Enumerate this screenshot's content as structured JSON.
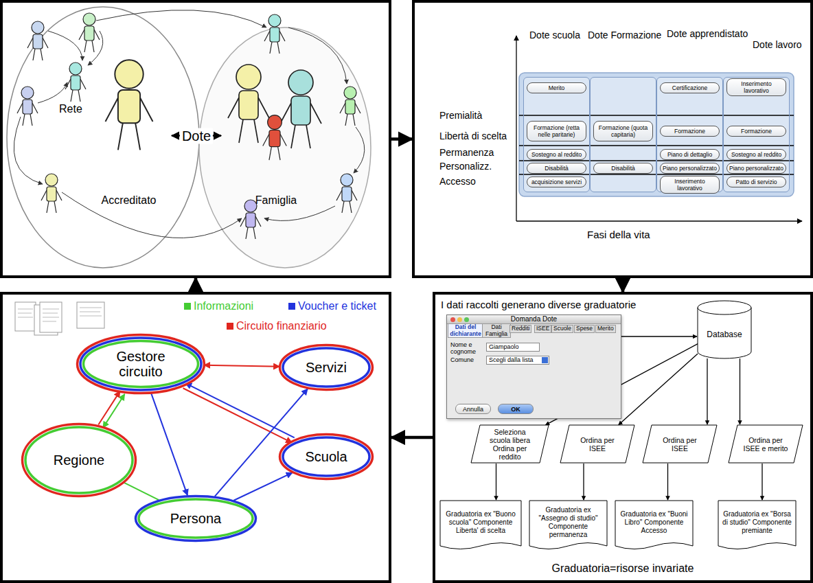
{
  "diagram": {
    "nodes": [
      {
        "text": []
      },
      {
        "text": [
          "Accreditato"
        ],
        "in": 0
      },
      {
        "text": [
          "Famiglia"
        ],
        "in": 0
      },
      {
        "text": []
      },
      {
        "text": [
          "Dote scuola"
        ],
        "in": 3
      },
      {
        "text": [
          "Merito"
        ],
        "in": 4
      },
      {
        "text": [
          "Formazione (retta nelle paritarie)"
        ],
        "in": 4
      },
      {
        "text": [
          "Sostegno al reddito"
        ],
        "in": 4
      },
      {
        "text": [
          "Disabilità"
        ],
        "in": 4
      },
      {
        "text": [
          "acquisizione servizi"
        ],
        "in": 4
      },
      {
        "text": [
          "Dote Formazione"
        ],
        "in": 3
      },
      {
        "text": [
          "Formazione (quota capitaria)"
        ],
        "in": 10
      },
      {
        "text": [
          "Disabilità"
        ],
        "in": 10
      },
      {
        "text": [
          "Dote apprendistato"
        ],
        "in": 3
      },
      {
        "text": [
          "Certificazione"
        ],
        "in": 13
      },
      {
        "text": [
          "Formazione"
        ],
        "in": 13
      },
      {
        "text": [
          "Piano di dettaglio"
        ],
        "in": 13
      },
      {
        "text": [
          "Piano personalizzato"
        ],
        "in": 13
      },
      {
        "text": [
          "Inserimento lavorativo"
        ],
        "in": 13
      },
      {
        "text": [
          "Dote lavoro"
        ],
        "in": 3
      },
      {
        "text": [
          "Inserimento lavorativo"
        ],
        "in": 19
      },
      {
        "text": [
          "Formazione"
        ],
        "in": 19
      },
      {
        "text": [
          "Sostegno al reddito"
        ],
        "in": 19
      },
      {
        "text": [
          "Piano personalizzato"
        ],
        "in": 19
      },
      {
        "text": [
          "Patto di servizio"
        ],
        "in": 19
      },
      {
        "text": []
      },
      {
        "text": [
          "Gestore circuito"
        ],
        "in": 25
      },
      {
        "text": [
          "Servizi"
        ],
        "in": 25
      },
      {
        "text": [
          "Regione"
        ],
        "in": 25
      },
      {
        "text": [
          "Scuola"
        ],
        "in": 25
      },
      {
        "text": [
          "Persona"
        ],
        "in": 25
      },
      {
        "text": [
          "I dati raccolti generano diverse graduatorie",
          "Graduatoria=risorse invariate"
        ]
      },
      {
        "text": [
          "Domanda Dote"
        ],
        "in": 31
      },
      {
        "text": [
          "Giampaolo"
        ],
        "in": 32
      },
      {
        "text": [
          "Scegli dalla lista"
        ],
        "in": 32
      },
      {
        "text": [
          "Annulla"
        ],
        "in": 32
      },
      {
        "text": [
          "OK"
        ],
        "in": 32
      },
      {
        "text": [
          "Database"
        ],
        "in": 31
      },
      {
        "text": [
          "Seleziona scuola libera Ordina per reddito"
        ],
        "in": 31
      },
      {
        "text": [
          "Ordina per ISEE"
        ],
        "in": 31
      },
      {
        "text": [
          "Ordina per ISEE"
        ],
        "in": 31
      },
      {
        "text": [
          "Ordina per ISEE e merito"
        ],
        "in": 31
      },
      {
        "text": [
          "Graduatoria ex \"Buono scuola\" Componente Liberta' di scelta"
        ],
        "in": 31
      },
      {
        "text": [
          "Graduatoria ex \"Assegno di studio\" Componente permanenza"
        ],
        "in": 31
      },
      {
        "text": [
          "Graduatoria ex \"Buoni Libro\" Componente Accesso"
        ],
        "in": 31
      },
      {
        "text": [
          "Graduatoria ex \"Borsa di studio\" Componente premiante"
        ],
        "in": 31
      }
    ],
    "edges": [
      {
        "from": 0,
        "to": 3,
        "arrow": "to"
      },
      {
        "from": 3,
        "to": 31,
        "arrow": "to"
      },
      {
        "from": 31,
        "to": 25,
        "arrow": "to"
      },
      {
        "from": 25,
        "to": 0,
        "arrow": "to"
      },
      {
        "from": 1,
        "to": 2,
        "label": "Dote",
        "arrow": "both"
      },
      {
        "from": 26,
        "to": 27,
        "arrow": "both"
      },
      {
        "from": 26,
        "to": 29,
        "arrow": "to"
      },
      {
        "from": 28,
        "to": 26,
        "arrow": "both"
      },
      {
        "from": 28,
        "to": 26,
        "arrow": "to"
      },
      {
        "from": 26,
        "to": 30,
        "arrow": "to"
      },
      {
        "from": 29,
        "to": 26,
        "arrow": "to"
      },
      {
        "from": 30,
        "to": 29,
        "arrow": "to"
      },
      {
        "from": 30,
        "to": 27,
        "arrow": "to"
      },
      {
        "from": 28,
        "to": 30,
        "arrow": "none"
      },
      {
        "from": 32,
        "to": 37,
        "arrow": "to"
      },
      {
        "from": 37,
        "to": 38,
        "arrow": "to"
      },
      {
        "from": 37,
        "to": 39,
        "arrow": "to"
      },
      {
        "from": 37,
        "to": 40,
        "arrow": "to"
      },
      {
        "from": 37,
        "to": 41,
        "arrow": "to"
      },
      {
        "from": 38,
        "to": 42,
        "arrow": "to"
      },
      {
        "from": 39,
        "to": 43,
        "arrow": "to"
      },
      {
        "from": 40,
        "to": 44,
        "arrow": "to"
      },
      {
        "from": 41,
        "to": 45,
        "arrow": "to"
      }
    ],
    "labels": [
      "Rete",
      "Premialità",
      "Libertà di scelta",
      "Permanenza",
      "Personalizz.",
      "Accesso",
      "Fasi della vita",
      "Dati del dichiarante",
      "Dati Famiglia",
      "Redditi",
      "ISEE",
      "Scuole",
      "Spese",
      "Merito",
      "Nome e cognome",
      "Comune"
    ],
    "legend": [
      {
        "text": "Informazioni",
        "color": "#44cc33"
      },
      {
        "text": "Voucher e ticket",
        "color": "#2233dd"
      },
      {
        "text": "Circuito finanziario",
        "color": "#e0261f"
      }
    ]
  }
}
